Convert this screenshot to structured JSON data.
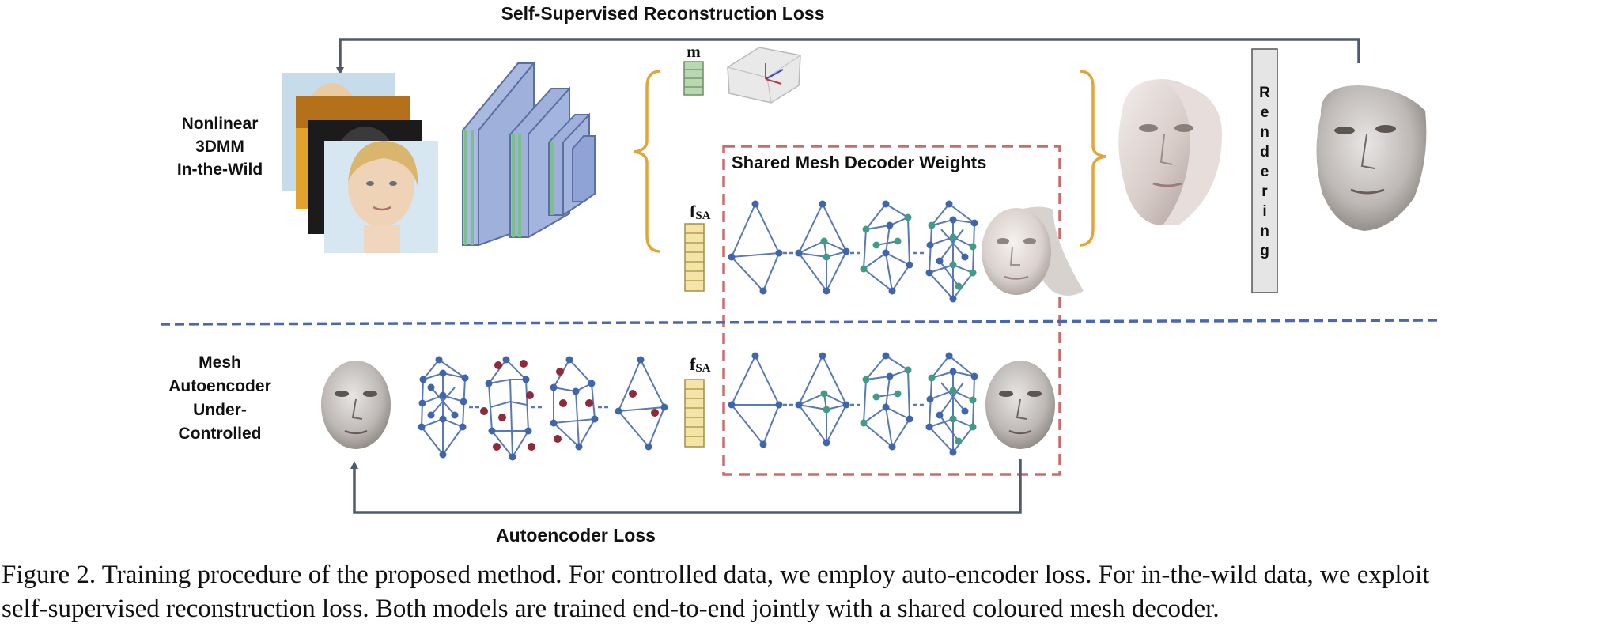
{
  "figure": {
    "top_loss_label": "Self-Supervised Reconstruction Loss",
    "bottom_loss_label": "Autoencoder Loss",
    "in_the_wild_label": [
      "Nonlinear",
      "3DMM",
      "In-the-Wild"
    ],
    "controlled_label": [
      "Mesh",
      "Autoencoder",
      "Under-",
      "Controlled"
    ],
    "shared_decoder_label": "Shared Mesh Decoder Weights",
    "m_vector_label": "m",
    "f_vector_label_main": "f",
    "f_vector_label_sub": "SA",
    "rendering_label": [
      "R",
      "e",
      "n",
      "d",
      "e",
      "r",
      "i",
      "n",
      "g"
    ],
    "colors": {
      "arrow": "#505a6e",
      "dashed_divider": "#4a67b5",
      "decoder_box": "#d06a6a",
      "bracket": "#e3a53a",
      "mesh_edge": "#5879b5",
      "mesh_node_blue": "#3f66ad",
      "mesh_node_green": "#3f9c86",
      "mesh_node_red": "#8e2a3a",
      "encoder_face": "#9fb0db",
      "encoder_edge": "#7bbf8a",
      "m_vector": "#b9d7b0",
      "f_vector": "#f4e4a5"
    }
  },
  "caption": {
    "line1": "Figure 2. Training procedure of the proposed method. For controlled data, we employ auto-encoder loss. For in-the-wild data, we exploit",
    "line2": "self-supervised reconstruction loss. Both models are trained end-to-end jointly with a shared coloured mesh decoder."
  }
}
